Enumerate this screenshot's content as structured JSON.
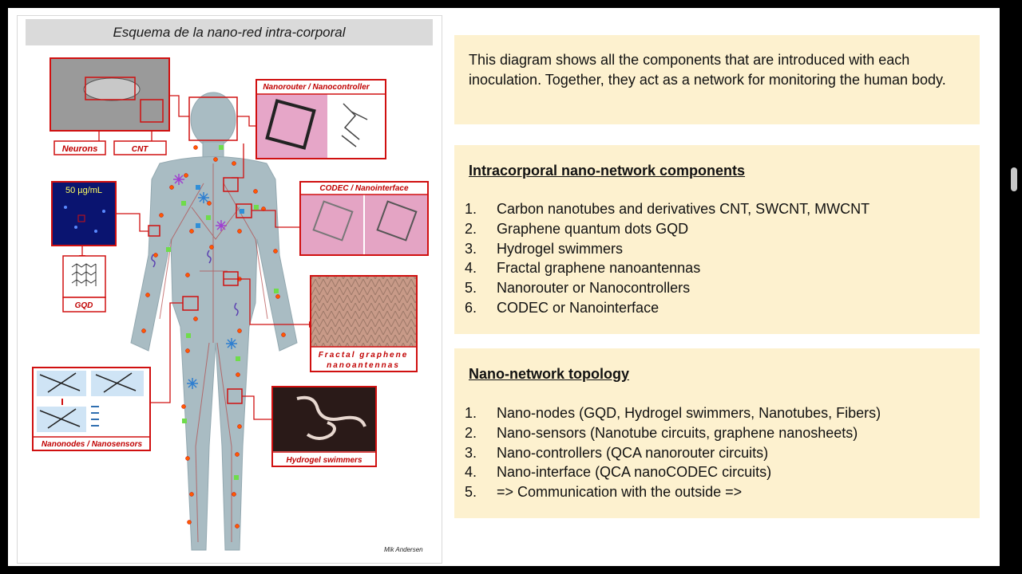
{
  "diagram": {
    "title": "Esquema de la nano-red intra-corporal",
    "labels": {
      "neurons": "Neurons",
      "cnt": "CNT",
      "nanorouter": "Nanorouter / Nanocontroller",
      "codec": "CODEC / Nanointerface",
      "gqd_conc": "50 µg/mL",
      "gqd": "GQD",
      "fractal_line1": "Fractal graphene",
      "fractal_line2": "nanoantennas",
      "nanonodes": "Nanonodes / Nanosensors",
      "hydrogel": "Hydrogel swimmers"
    },
    "credit": "Mik Andersen"
  },
  "intro": {
    "text": "This diagram shows all the components that are introduced with each inoculation. Together, they act as a network for monitoring the human body."
  },
  "components": {
    "heading": "Intracorporal nano-network components",
    "items": [
      {
        "num": "1.",
        "text": "Carbon nanotubes and derivatives CNT, SWCNT, MWCNT"
      },
      {
        "num": "2.",
        "text": "Graphene quantum dots GQD"
      },
      {
        "num": "3.",
        "text": "Hydrogel swimmers"
      },
      {
        "num": "4.",
        "text": "Fractal graphene nanoantennas"
      },
      {
        "num": "5.",
        "text": "Nanorouter or Nanocontrollers"
      },
      {
        "num": "6.",
        "text": "CODEC or Nanointerface"
      }
    ]
  },
  "topology": {
    "heading": "Nano-network topology",
    "items": [
      {
        "num": "1.",
        "text": "Nano-nodes (GQD, Hydrogel swimmers, Nanotubes, Fibers)"
      },
      {
        "num": "2.",
        "text": "Nano-sensors (Nanotube circuits, graphene nanosheets)"
      },
      {
        "num": "3.",
        "text": "Nano-controllers (QCA nanorouter circuits)"
      },
      {
        "num": "4.",
        "text": "Nano-interface (QCA nanoCODEC circuits)"
      },
      {
        "num": "5.",
        "text": "=> Communication with the outside =>"
      }
    ]
  },
  "colors": {
    "card_bg": "#fdf1cf",
    "label_red": "#c00000",
    "body": "#a9bcc3"
  }
}
